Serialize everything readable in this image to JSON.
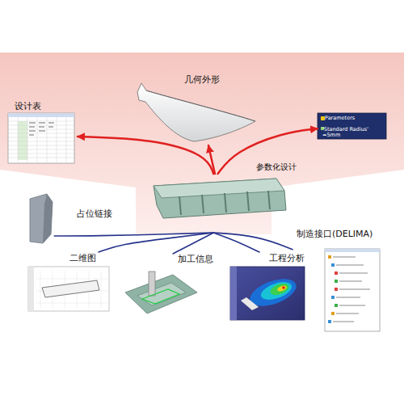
{
  "diagram": {
    "nodes": [
      {
        "text": [
          "参数化设计"
        ]
      },
      {
        "text": [
          "设计表"
        ]
      },
      {
        "text": [
          "几何外形"
        ]
      },
      {
        "text": [
          "Parameters",
          "'Standard Radius' =5mm"
        ]
      },
      {
        "text": [
          "占位链接"
        ]
      },
      {
        "text": [
          "二维图"
        ]
      },
      {
        "text": [
          "加工信息"
        ]
      },
      {
        "text": [
          "工程分析"
        ]
      },
      {
        "text": [
          "制造接口(DELIMA)"
        ]
      }
    ],
    "edges": [
      {
        "from": 0,
        "to": 1,
        "arrow": "to"
      },
      {
        "from": 0,
        "to": 2,
        "arrow": "to"
      },
      {
        "from": 0,
        "to": 3,
        "arrow": "to"
      },
      {
        "from": 0,
        "to": 4,
        "arrow": "none"
      },
      {
        "from": 0,
        "to": 5,
        "arrow": "none"
      },
      {
        "from": 0,
        "to": 6,
        "arrow": "none"
      },
      {
        "from": 0,
        "to": 7,
        "arrow": "none"
      },
      {
        "from": 0,
        "to": 8,
        "arrow": "none"
      }
    ]
  }
}
